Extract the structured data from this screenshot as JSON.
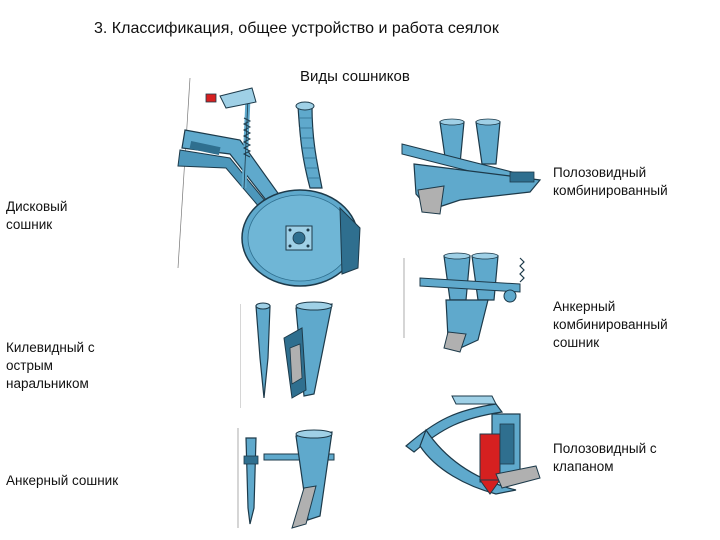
{
  "slide": {
    "title": "3. Классификация, общее устройство и работа сеялок",
    "subtitle": "Виды сошников"
  },
  "labels": {
    "disc": [
      "Дисковый",
      "сошник"
    ],
    "keel": [
      "Килевидный с",
      "острым",
      "наральником"
    ],
    "anchor": [
      "Анкерный сошник"
    ],
    "runner_combined": [
      "Полозовидный",
      "комбинированный"
    ],
    "anchor_combined": [
      "Анкерный",
      "комбинированный",
      "сошник"
    ],
    "runner_valve": [
      "Полозовидный с",
      "клапаном"
    ]
  },
  "colors": {
    "metal_blue": "#5fa9cc",
    "metal_light": "#9fd0e6",
    "metal_dark": "#2f6f8f",
    "outline": "#1d3a4a",
    "accent_red": "#d62020",
    "gray_part": "#b0b0b0"
  }
}
